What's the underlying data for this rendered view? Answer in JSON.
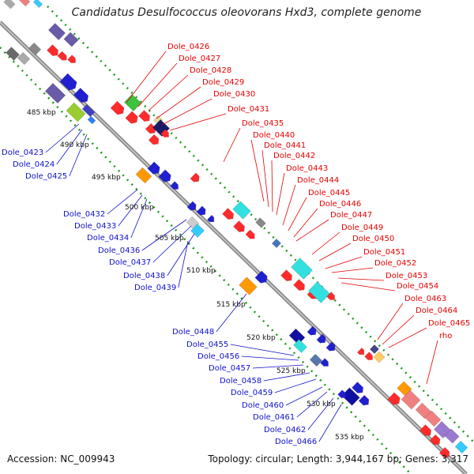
{
  "title": "Candidatus Desulfococcus oleovorans Hxd3, complete genome",
  "footer": {
    "accession": "Accession: NC_009943",
    "topology": "Topology: circular; Length: 3,944,167 bp; Genes: 3,317"
  },
  "kbp_ticks": [
    "485 kbp",
    "490 kbp",
    "495 kbp",
    "500 kbp",
    "505 kbp",
    "510 kbp",
    "515 kbp",
    "520 kbp",
    "525 kbp",
    "530 kbp",
    "535 kbp"
  ],
  "labels_forward": [
    "Dole_0426",
    "Dole_0427",
    "Dole_0428",
    "Dole_0429",
    "Dole_0430",
    "Dole_0431",
    "Dole_0435",
    "Dole_0440",
    "Dole_0441",
    "Dole_0442",
    "Dole_0443",
    "Dole_0444",
    "Dole_0445",
    "Dole_0446",
    "Dole_0447",
    "Dole_0449",
    "Dole_0450",
    "Dole_0451",
    "Dole_0452",
    "Dole_0453",
    "Dole_0454",
    "Dole_0463",
    "Dole_0464",
    "Dole_0465",
    "rho"
  ],
  "labels_reverse": [
    "Dole_0423",
    "Dole_0424",
    "Dole_0425",
    "Dole_0432",
    "Dole_0433",
    "Dole_0434",
    "Dole_0436",
    "Dole_0437",
    "Dole_0438",
    "Dole_0439",
    "Dole_0448",
    "Dole_0455",
    "Dole_0456",
    "Dole_0457",
    "Dole_0458",
    "Dole_0459",
    "Dole_0460",
    "Dole_0461",
    "Dole_0462",
    "Dole_0466"
  ],
  "colors": {
    "forward_label": "#e60000",
    "reverse_label": "#1010cc",
    "backbone": "#8a8a8a",
    "tick_dots": "#1a9a1a"
  }
}
